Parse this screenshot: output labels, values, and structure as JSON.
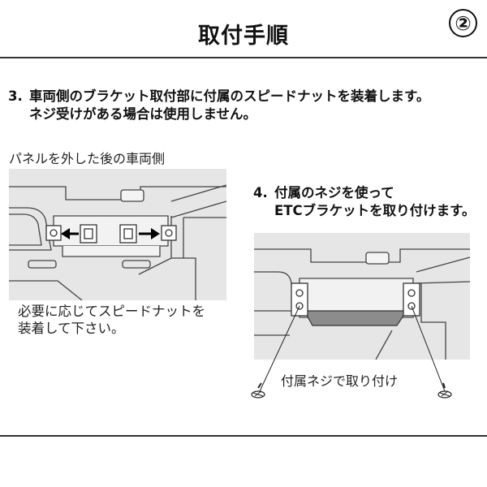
{
  "header": {
    "title": "取付手順",
    "step_number": "②"
  },
  "step3": {
    "number": "3.",
    "line1": "車両側のブラケット取付部に付属のスピードナットを装着します。",
    "line2": "ネジ受けがある場合は使用しません。"
  },
  "figure_left": {
    "caption": "パネルを外した後の車両側",
    "note_line1": "必要に応じてスピードナットを",
    "note_line2": "装着して下さい。"
  },
  "step4": {
    "number": "4.",
    "line1": "付属のネジを使って",
    "line2": "ETCブラケットを取り付けます。"
  },
  "figure_right": {
    "caption": "付属ネジで取り付け"
  },
  "icons": [
    "arrow-left-icon",
    "arrow-right-icon",
    "screw-icon"
  ],
  "colors": {
    "text": "#111111",
    "diagram_bg": "#e6e6e6",
    "bracket": "#8c8c8c",
    "rule": "#333333"
  }
}
